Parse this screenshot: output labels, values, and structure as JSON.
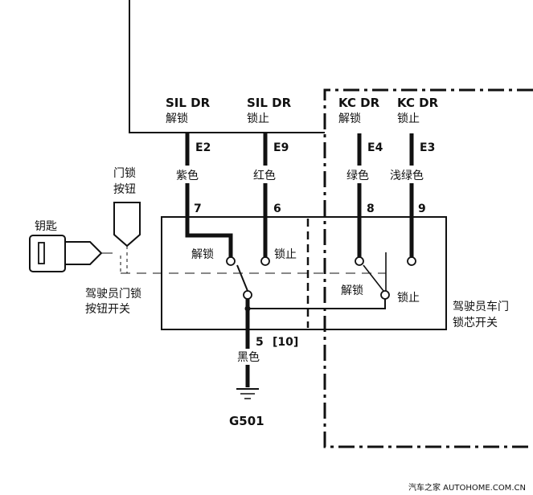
{
  "connectors": {
    "sil_unlock": {
      "module": "SIL DR",
      "function": "解锁",
      "pin_code": "E2",
      "wire_color": "紫色",
      "pin_number": "7"
    },
    "sil_lock": {
      "module": "SIL DR",
      "function": "锁止",
      "pin_code": "E9",
      "wire_color": "红色",
      "pin_number": "6"
    },
    "kc_unlock": {
      "module": "KC DR",
      "function": "解锁",
      "pin_code": "E4",
      "wire_color": "绿色",
      "pin_number": "8"
    },
    "kc_lock": {
      "module": "KC DR",
      "function": "锁止",
      "pin_code": "E3",
      "wire_color": "浅绿色",
      "pin_number": "9"
    }
  },
  "key_label": "钥匙",
  "door_lock_button_label": [
    "门锁",
    "按钮"
  ],
  "knob_switch": {
    "label": [
      "驾驶员门锁",
      "按钮开关"
    ],
    "unlock": "解锁",
    "lock": "锁止"
  },
  "cylinder_switch": {
    "label": [
      "驾驶员车门",
      "锁芯开关"
    ],
    "unlock": "解锁",
    "lock": "锁止"
  },
  "ground": {
    "pin_number": "5",
    "pin_ref": "[10]",
    "wire_color": "黑色",
    "ground_id": "G501"
  },
  "watermark": "汽车之家 AUTOHOME.COM.CN"
}
